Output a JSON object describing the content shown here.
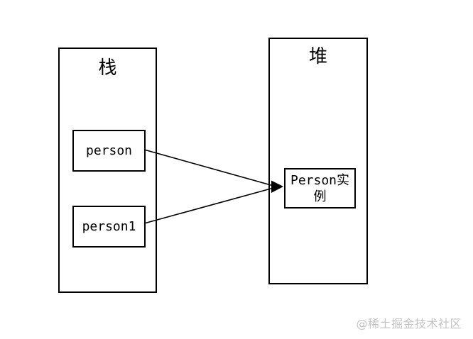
{
  "diagram": {
    "stack": {
      "title": "栈",
      "items": [
        {
          "label": "person"
        },
        {
          "label": "person1"
        }
      ]
    },
    "heap": {
      "title": "堆",
      "instance": {
        "label": "Person实例"
      }
    },
    "arrows": [
      {
        "from": "person",
        "to": "Person实例"
      },
      {
        "from": "person1",
        "to": "Person实例"
      }
    ],
    "colors": {
      "line": "#000000",
      "background": "#ffffff",
      "watermark_text": "#c3c3c3"
    },
    "watermark": "@稀土掘金技术社区"
  }
}
